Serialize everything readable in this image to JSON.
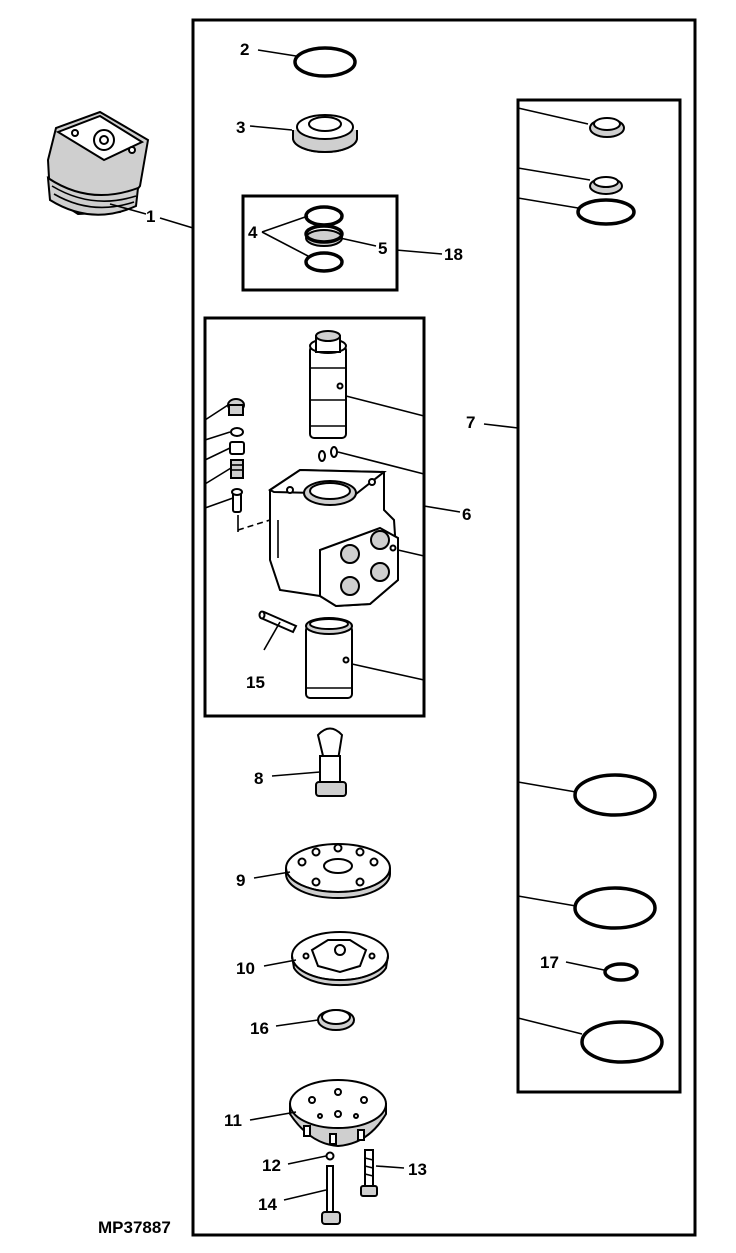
{
  "figure_id": "MP37887",
  "callouts": {
    "c1": "1",
    "c2": "2",
    "c3": "3",
    "c4": "4",
    "c5": "5",
    "c6": "6",
    "c7": "7",
    "c8": "8",
    "c9": "9",
    "c10": "10",
    "c11": "11",
    "c12": "12",
    "c13": "13",
    "c14": "14",
    "c15": "15",
    "c16": "16",
    "c17": "17",
    "c18": "18"
  }
}
